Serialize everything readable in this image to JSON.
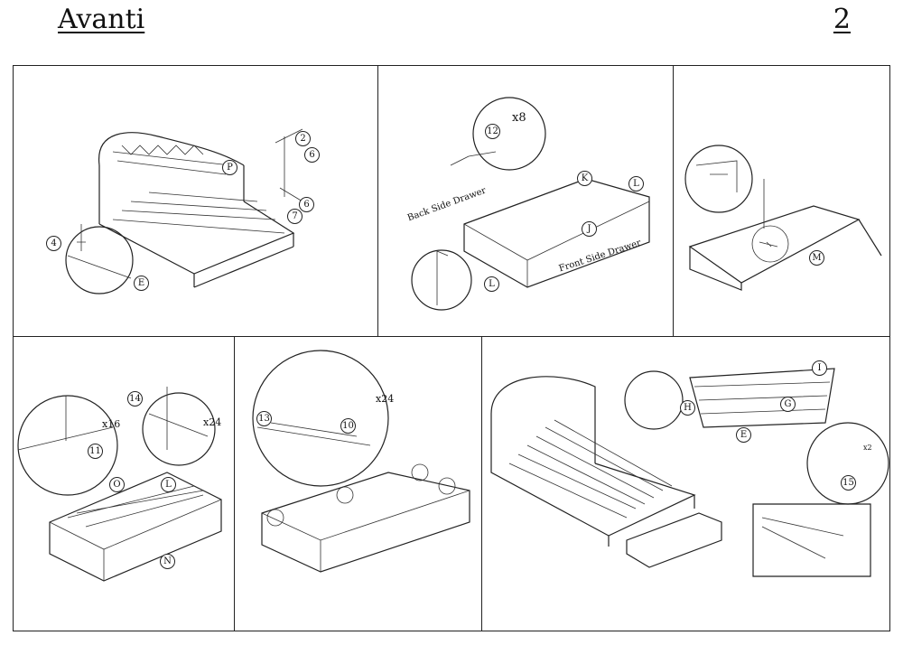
{
  "header": {
    "brand": "Avanti",
    "page_number": "2"
  },
  "panel1": {
    "labels": {
      "p": "P",
      "e": "E",
      "n4": "4",
      "n2": "2",
      "n6a": "6",
      "n6b": "6",
      "n7": "7"
    }
  },
  "panel2": {
    "qty": "x8",
    "back": "Back Side Drawer",
    "front": "Front Side Drawer",
    "labels": {
      "n12": "12",
      "k": "K",
      "l1": "L",
      "j": "J",
      "l2": "L"
    }
  },
  "panel3": {
    "labels": {
      "m": "M"
    }
  },
  "panel4": {
    "qty1": "x16",
    "qty2": "x24",
    "labels": {
      "n14": "14",
      "n11": "11",
      "o": "O",
      "l": "L",
      "n": "N"
    }
  },
  "panel5": {
    "qty": "x24",
    "labels": {
      "n13": "13",
      "n10": "10"
    }
  },
  "panel6": {
    "qty": "x2",
    "labels": {
      "i": "I",
      "g": "G",
      "h": "H",
      "e": "E",
      "n15": "15"
    }
  }
}
